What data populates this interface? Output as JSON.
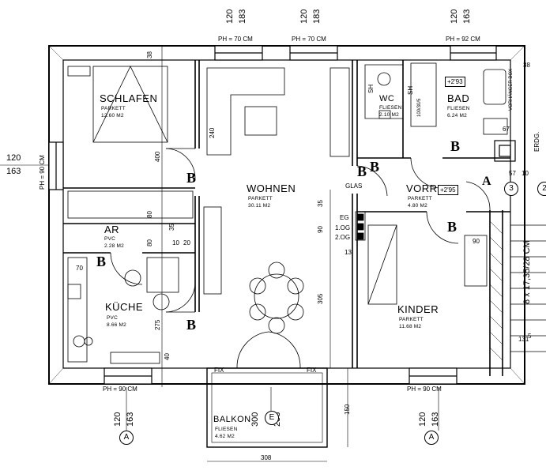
{
  "rooms": {
    "schlafen": {
      "name": "SCHLAFEN",
      "floor": "PARKETT",
      "area": "12.60 M2"
    },
    "wohnen": {
      "name": "WOHNEN",
      "floor": "PARKETT",
      "area": "30.11 M2"
    },
    "ar": {
      "name": "AR",
      "floor": "PVC",
      "area": "2.28 M2"
    },
    "kueche": {
      "name": "KÜCHE",
      "floor": "PVC",
      "area": "8.66 M2"
    },
    "wc": {
      "name": "WC",
      "floor": "FLIESEN",
      "area": "2.10 M2"
    },
    "bad": {
      "name": "BAD",
      "floor": "FLIESEN",
      "area": "6.24 M2"
    },
    "vorr": {
      "name": "VORR.",
      "floor": "PARKETT",
      "area": "4.80 M2"
    },
    "kinder": {
      "name": "KINDER",
      "floor": "PARKETT",
      "area": "11.68 M2"
    },
    "balkon": {
      "name": "BALKON",
      "floor": "FLIESEN",
      "area": "4.62 M2"
    }
  },
  "parapets": {
    "top1": "PH = 70 CM",
    "top2": "PH = 70 CM",
    "top3": "PH = 92 CM",
    "left": "PH = 90 CM",
    "bottom1": "PH = 90 CM",
    "bottom2": "PH = 90 CM"
  },
  "window_dims": {
    "w1_width": "120",
    "w1_height": "183",
    "w2_width": "120",
    "w2_height": "183",
    "w3_width": "120",
    "w3_height": "163",
    "left_width": "120",
    "left_height": "163",
    "b1_width": "120",
    "b1_height": "163",
    "b2_width": "120",
    "b2_height": "163",
    "balkon_width": "300",
    "balkon_height": "253"
  },
  "dims": {
    "d38": "38",
    "d400": "400",
    "d240": "240",
    "d35": "35",
    "d90a": "90",
    "d305": "305",
    "d275": "275",
    "d80a": "80",
    "d80b": "80",
    "d70": "70",
    "d10": "10",
    "d20": "20",
    "d13": "13",
    "d90b": "90",
    "d150": "150",
    "d308": "308",
    "d38r": "38",
    "d57": "57",
    "d10r": "10",
    "d131": "131",
    "d5": "5",
    "d67": "67",
    "d35b": "35",
    "d40": "40"
  },
  "labels": {
    "glas": "GLAS",
    "fix1": "FIX",
    "fix2": "FIX",
    "eg": "EG",
    "og1": "1.OG",
    "og2": "2.OG",
    "sh1": "SH",
    "sh2": "SH",
    "shower_dim": "100/30/5",
    "vorhaenger": "VORHÄNGER BOX",
    "stairs": "8 x 17,35/28 CM",
    "erdg": "ERDG."
  },
  "levels": {
    "bad": "+2'93",
    "vorr": "+2'95"
  },
  "markers": {
    "axis_a1": "A",
    "axis_e": "E",
    "axis_a2": "A",
    "section_a": "A",
    "section_3": "3",
    "section_2": "2",
    "door_b": "B"
  }
}
